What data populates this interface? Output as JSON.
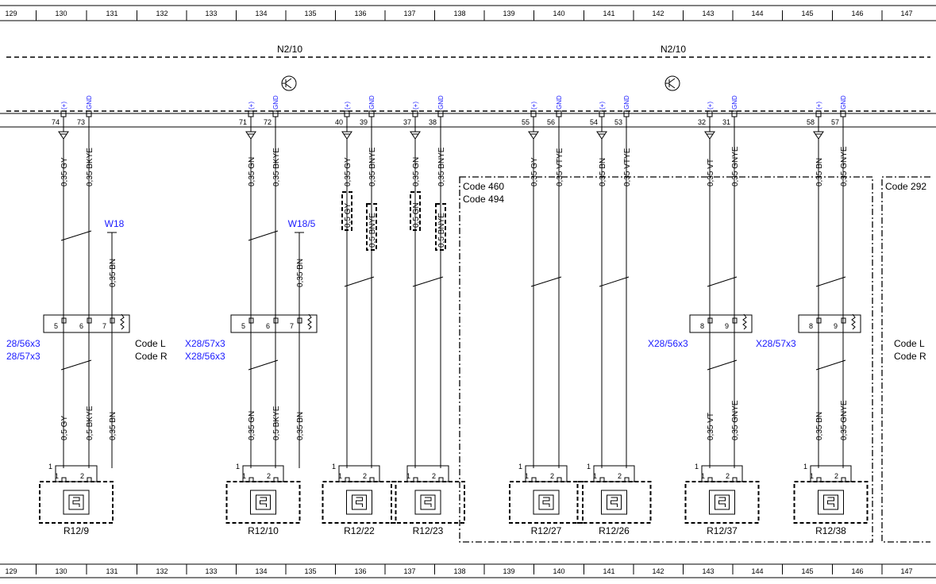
{
  "grid_columns": [
    "129",
    "130",
    "131",
    "132",
    "133",
    "134",
    "135",
    "136",
    "137",
    "138",
    "139",
    "140",
    "141",
    "142",
    "143",
    "144",
    "145",
    "146",
    "147"
  ],
  "control_units": [
    {
      "label": "N2/10"
    },
    {
      "label": "N2/10"
    }
  ],
  "pin_tags": {
    "plus": "(+)",
    "gnd": "GND"
  },
  "pin_pairs": [
    {
      "a": "74",
      "b": "73",
      "wire_a": "0,35 GY",
      "wire_b": "0,35 BKYE"
    },
    {
      "a": "71",
      "b": "72",
      "wire_a": "0,35 GN",
      "wire_b": "0,35 BKYE"
    },
    {
      "a": "40",
      "b": "39",
      "wire_a": "0,35 GY",
      "wire_b": "0,35 BNYE",
      "inline_a": "0,5 GY",
      "inline_b": "0,5 BNYE"
    },
    {
      "a": "37",
      "b": "38",
      "wire_a": "0,35 GN",
      "wire_b": "0,35 BNYE",
      "inline_a": "0,5 GN",
      "inline_b": "0,5 BNYE"
    },
    {
      "a": "55",
      "b": "56",
      "wire_a": "0,35 GY",
      "wire_b": "0,35 VTYE"
    },
    {
      "a": "54",
      "b": "53",
      "wire_a": "0,35 BN",
      "wire_b": "0,35 VTYE"
    },
    {
      "a": "32",
      "b": "31",
      "wire_a": "0,35 VT",
      "wire_b": "0,35 GNYE"
    },
    {
      "a": "58",
      "b": "57",
      "wire_a": "0,35 BN",
      "wire_b": "0,35 GNYE"
    }
  ],
  "ground_branches": [
    {
      "label": "W18",
      "wire": "0,35 BN"
    },
    {
      "label": "W18/5",
      "wire": "0,35 BN"
    }
  ],
  "connectors": [
    {
      "pins": [
        "5",
        "6",
        "7"
      ],
      "label1": "28/56x3",
      "label2": "28/57x3",
      "wires": [
        "0,5 GY",
        "0,5 BKYE",
        "0,35 BN"
      ]
    },
    {
      "pins": [
        "5",
        "6",
        "7"
      ],
      "label1": "X28/57x3",
      "label2": "X28/56x3",
      "wires": [
        "0,35 GN",
        "0,5 BKYE",
        "0,35 BN"
      ]
    },
    {
      "pins": [
        "8",
        "9"
      ],
      "label1": "X28/56x3",
      "label2": "",
      "wires": [
        "0,35 VT",
        "0,35 GNYE"
      ]
    },
    {
      "pins": [
        "8",
        "9"
      ],
      "label1": "X28/57x3",
      "label2": "",
      "wires": [
        "0,35 BN",
        "0,35 GNYE"
      ]
    }
  ],
  "codes": {
    "connector_left_1": "Code L",
    "connector_left_2": "Code R",
    "box_a_1": "Code 460",
    "box_a_2": "Code 494",
    "box_b": "Code 292",
    "right_1": "Code L",
    "right_2": "Code R"
  },
  "components": [
    {
      "label": "R12/9",
      "pin_1": "1",
      "pin_2": "2",
      "corner": "1"
    },
    {
      "label": "R12/10",
      "pin_1": "1",
      "pin_2": "2",
      "corner": "1"
    },
    {
      "label": "R12/22",
      "pin_1": "1",
      "pin_2": "2",
      "corner": "1"
    },
    {
      "label": "R12/23",
      "pin_1": "1",
      "pin_2": "2",
      "corner": ""
    },
    {
      "label": "R12/27",
      "pin_1": "1",
      "pin_2": "2",
      "corner": "1"
    },
    {
      "label": "R12/26",
      "pin_1": "1",
      "pin_2": "2",
      "corner": "1"
    },
    {
      "label": "R12/37",
      "pin_1": "1",
      "pin_2": "2",
      "corner": "1"
    },
    {
      "label": "R12/38",
      "pin_1": "1",
      "pin_2": "2",
      "corner": "1"
    }
  ],
  "icons": {
    "transistor": "transistor-icon",
    "ground": "ground-triangle-icon",
    "sensor": "temperature-sensor-icon"
  }
}
